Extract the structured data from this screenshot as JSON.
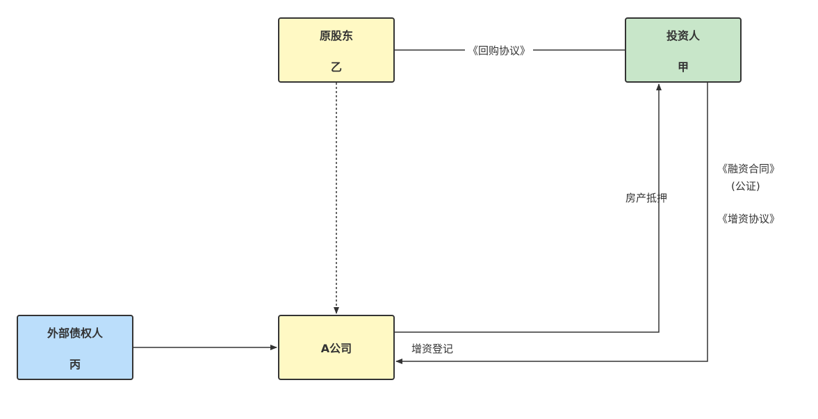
{
  "nodes": {
    "shareholder": {
      "title": "原股东",
      "sub": "乙"
    },
    "investor": {
      "title": "投资人",
      "sub": "甲"
    },
    "creditor": {
      "title": "外部债权人",
      "sub": "丙"
    },
    "company": {
      "title": "A公司"
    }
  },
  "edges": {
    "buyback": "《回购协议》",
    "mortgage": "房产抵押",
    "financing": "《融资合同》",
    "notary": "(公证)",
    "capital_agreement": "《增资协议》",
    "registration": "增资登记"
  },
  "colors": {
    "shareholder": "#fff9c4",
    "investor": "#c8e6c9",
    "creditor": "#bbdefb",
    "company": "#fff9c4",
    "line": "#333333"
  }
}
